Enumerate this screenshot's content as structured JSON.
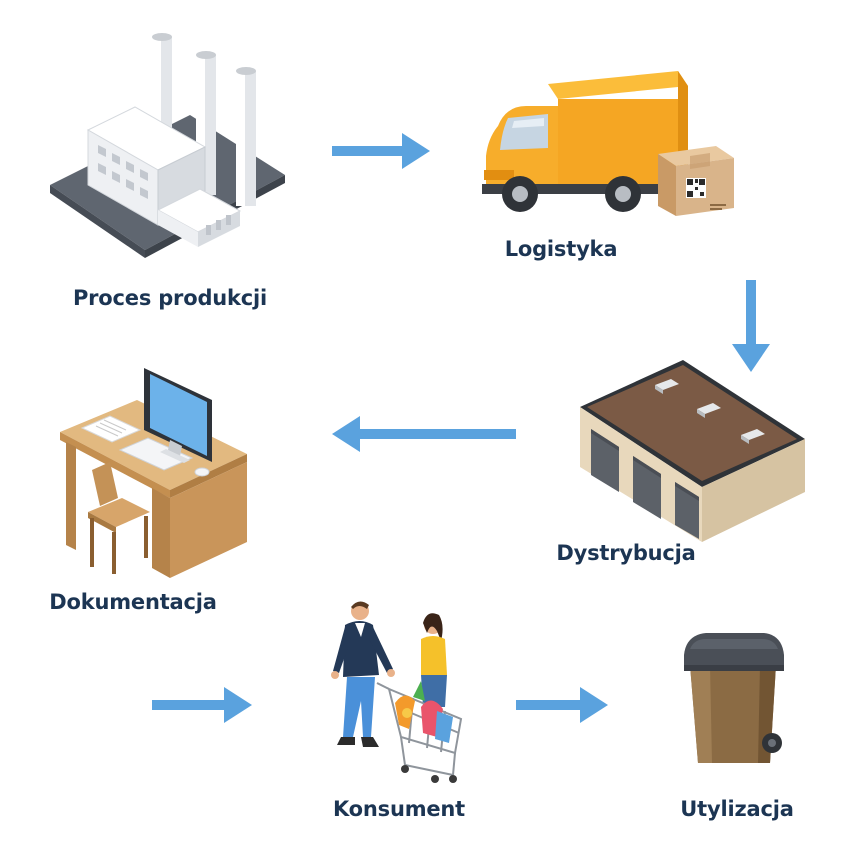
{
  "stages": [
    {
      "id": "production",
      "label": "Proces produkcji",
      "icon": "factory-icon"
    },
    {
      "id": "logistics",
      "label": "Logistyka",
      "icon": "delivery-truck-icon"
    },
    {
      "id": "distribution",
      "label": "Dystrybucja",
      "icon": "warehouse-icon"
    },
    {
      "id": "documentation",
      "label": "Dokumentacja",
      "icon": "computer-desk-icon"
    },
    {
      "id": "consumer",
      "label": "Konsument",
      "icon": "shoppers-cart-icon"
    },
    {
      "id": "disposal",
      "label": "Utylizacja",
      "icon": "waste-bin-icon"
    }
  ],
  "colors": {
    "label": "#1c3553",
    "arrow": "#5aa2de",
    "truck": "#f5a623",
    "box": "#d9b48a",
    "roof": "#7b5a45",
    "wall": "#e8d8bc",
    "desk": "#d4a86a",
    "bin": "#8b6b44",
    "lid": "#4a4f57",
    "factory": "#f1f3f5",
    "factory_base": "#5f6670"
  }
}
